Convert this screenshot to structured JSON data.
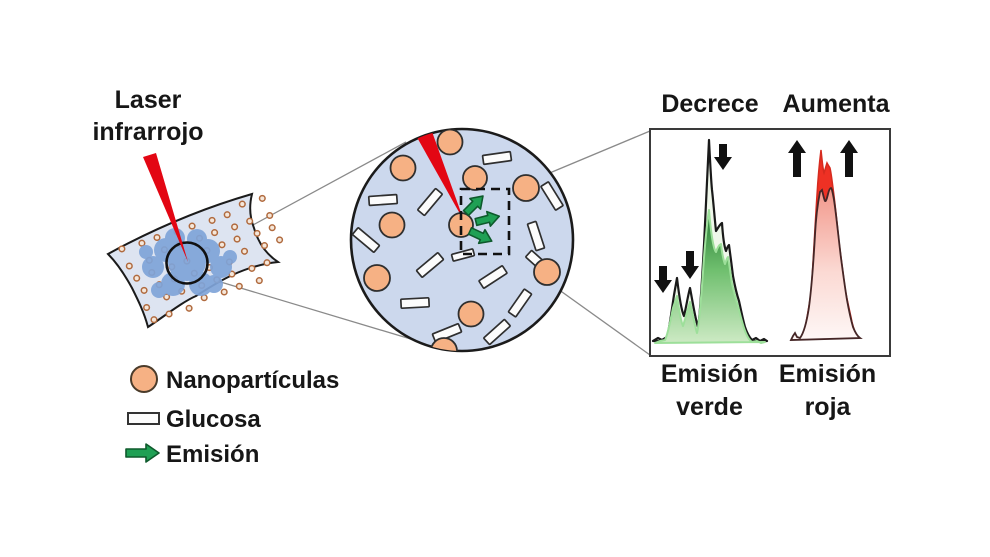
{
  "figure": {
    "laser_label": "Laser infrarrojo",
    "panel": {
      "decrease_label": "Decrece",
      "increase_label": "Aumenta",
      "green_label": "Emisión verde",
      "red_label": "Emisión roja",
      "green_down_arrow_count": 3,
      "red_up_arrow_count": 2
    },
    "legend": {
      "items": [
        {
          "swatch": "nanoparticle-circle",
          "label": "Nanopartículas"
        },
        {
          "swatch": "glucose-rod",
          "label": "Glucosa"
        },
        {
          "swatch": "emission-arrow",
          "label": "Emisión"
        }
      ]
    },
    "icons": {
      "decrease": "black-down-arrow",
      "increase": "black-up-arrow",
      "emission": "green-right-arrow",
      "laser": "red-laser-beam"
    },
    "colors": {
      "laser_red": "#e30613",
      "nanoparticle_orange": "#f6b184",
      "glucose_white": "#fcfcfc",
      "emission_green": "#1fa054",
      "membrane_blue": "#dde4f1",
      "solution_blue": "#ccd8ed",
      "heated_spot_blue": "#7fa4d9",
      "spectrum_green": "#3f9d4b",
      "spectrum_red": "#ee3124"
    }
  }
}
